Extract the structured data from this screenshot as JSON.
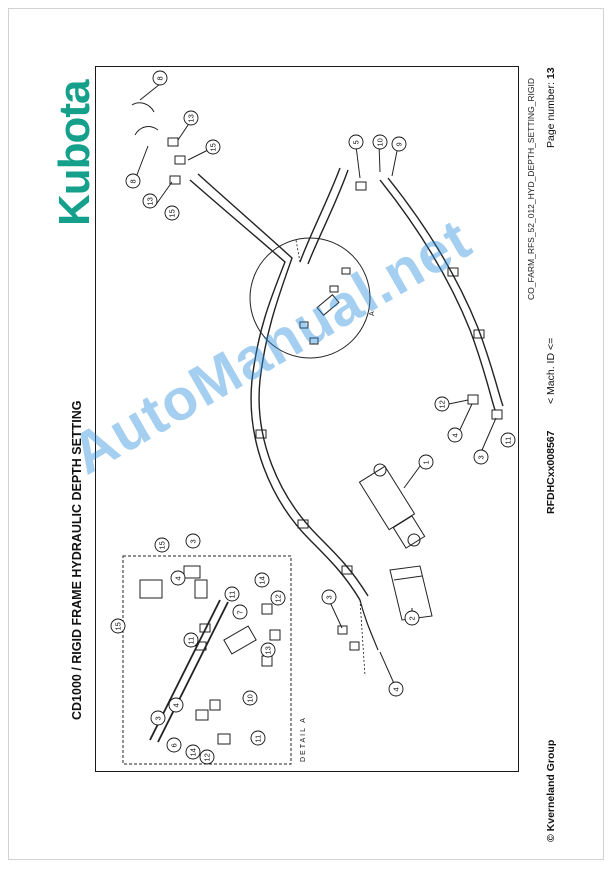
{
  "brand": {
    "logo_text": "Kubota",
    "color": "#15a08c"
  },
  "page": {
    "title": "CD1000 / RIGID FRAME HYDRAULIC DEPTH SETTING",
    "copyright": "© Kverneland Group",
    "drawing_id": "RFDHCxx008567",
    "mach_id": "< Mach. ID <=",
    "ref_code": "CO_FARM_RFS_52_012_HYD_DEPTH_SETTING_RIGID",
    "page_number_label": "Page number:",
    "page_number": "13"
  },
  "drawing": {
    "detail_label": "DETAIL A",
    "zoom_label": "A",
    "callouts": [
      "8",
      "8",
      "13",
      "13",
      "15",
      "15",
      "5",
      "10",
      "9",
      "1",
      "2",
      "3",
      "4",
      "4",
      "3",
      "11",
      "12",
      "15",
      "15",
      "3",
      "4",
      "7",
      "11",
      "14",
      "12",
      "11",
      "13",
      "10",
      "11",
      "3",
      "4",
      "6",
      "14",
      "12"
    ]
  },
  "watermark": {
    "text": "AutoManual.net",
    "color": "#288cdc"
  }
}
